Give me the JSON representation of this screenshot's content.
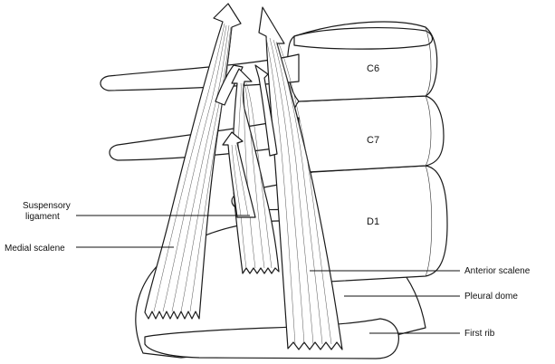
{
  "vertebrae": [
    "C6",
    "C7",
    "D1"
  ],
  "labels": {
    "suspensory_line1": "Suspensory",
    "suspensory_line2": "ligament",
    "medial_scalene": "Medial scalene",
    "anterior_scalene": "Anterior scalene",
    "pleural_dome": "Pleural dome",
    "first_rib": "First rib"
  }
}
